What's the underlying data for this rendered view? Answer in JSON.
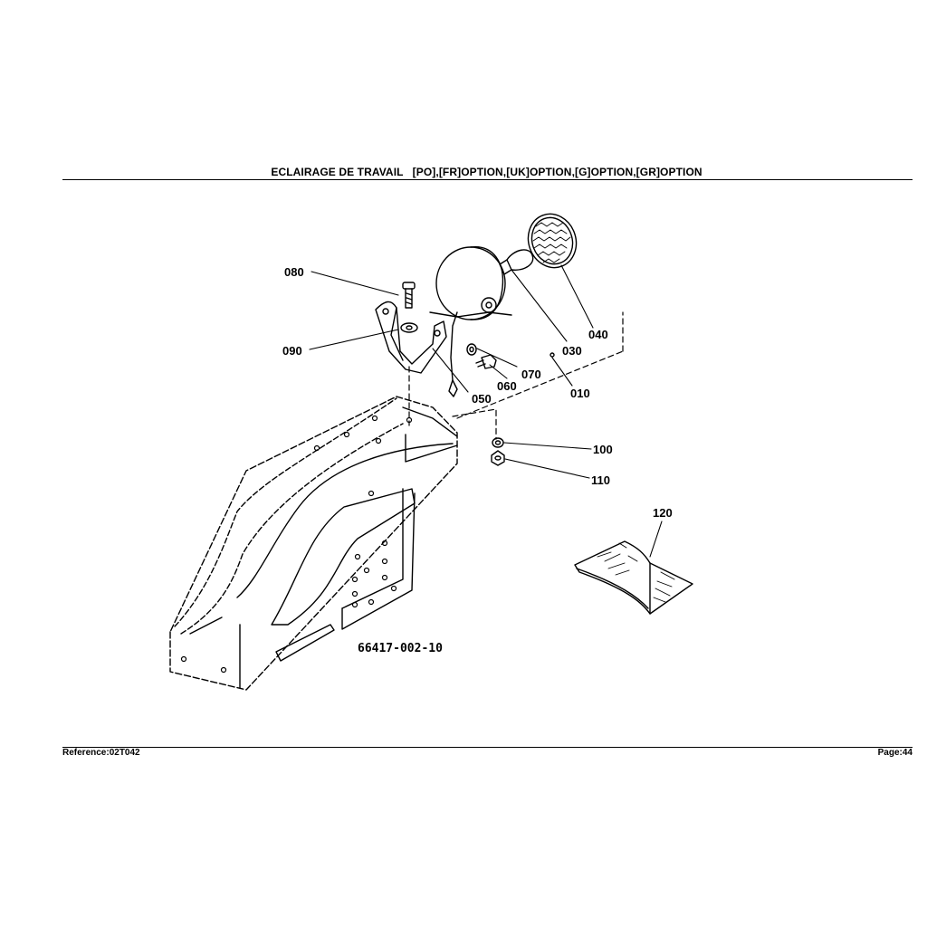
{
  "header": {
    "title": "ECLAIRAGE DE TRAVAIL   [PO],[FR]OPTION,[UK]OPTION,[G]OPTION,[GR]OPTION"
  },
  "diagram": {
    "drawing_code": "66417-002-10",
    "callouts": [
      "080",
      "090",
      "050",
      "060",
      "070",
      "010",
      "030",
      "040",
      "100",
      "110",
      "120"
    ]
  },
  "footer": {
    "reference": "Reference:02T042",
    "page": "Page:44"
  }
}
